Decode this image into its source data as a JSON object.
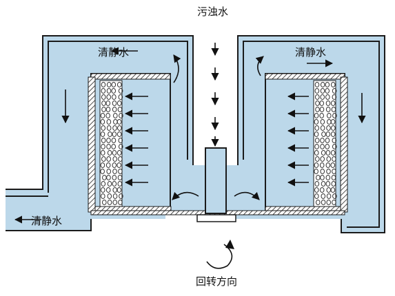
{
  "labels": {
    "dirty_water": "污浊水",
    "clean_water_top_left": "清静水",
    "clean_water_top_right": "清静水",
    "clean_water_bottom_left": "清静水",
    "rotation_direction": "回转方向"
  },
  "colors": {
    "water": "#bcd8ea",
    "wall": "#1a1a1a",
    "filter_bg": "#ffffff",
    "arrow": "#111111"
  }
}
